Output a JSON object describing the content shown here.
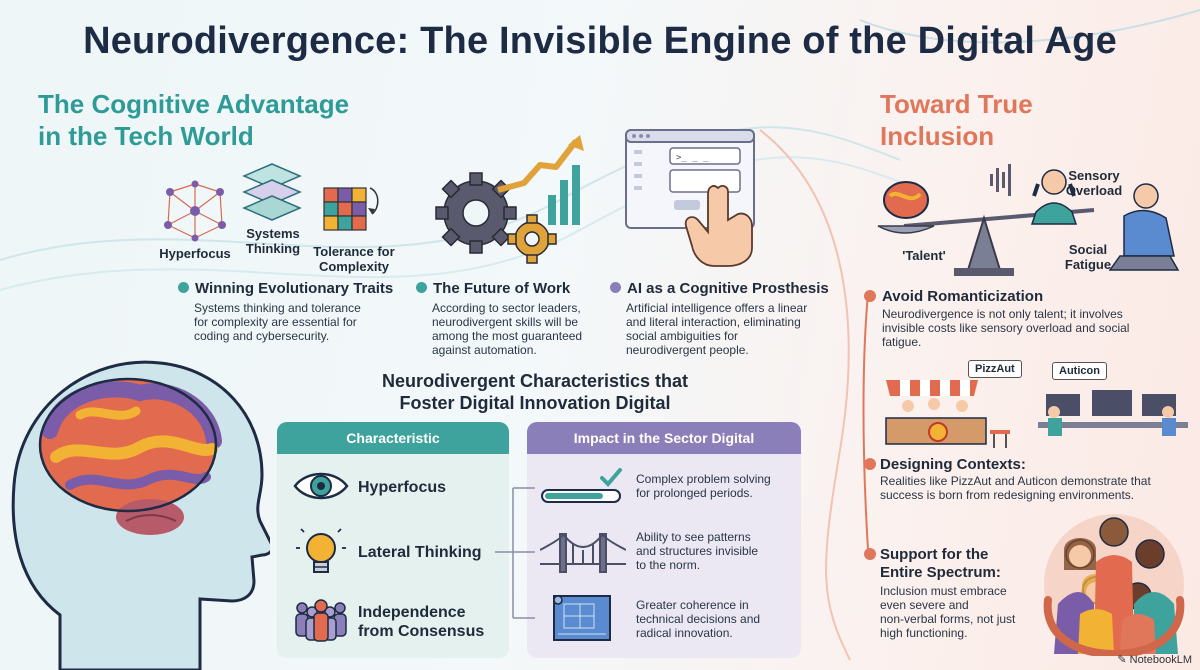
{
  "title": "Neurodivergence: The Invisible Engine of the Digital Age",
  "left_section": {
    "heading_line1": "The Cognitive Advantage",
    "heading_line2": "in the Tech World",
    "traits": {
      "hyperfocus": "Hyperfocus",
      "systems_line1": "Systems",
      "systems_line2": "Thinking",
      "tolerance_line1": "Tolerance for",
      "tolerance_line2": "Complexity"
    },
    "cards": [
      {
        "title": "Winning Evolutionary Traits",
        "body": [
          "Systems thinking and tolerance",
          "for complexity are essential for",
          "coding and cybersecurity."
        ],
        "dot_color": "#3ea39c"
      },
      {
        "title": "The Future of Work",
        "body": [
          "According to sector leaders,",
          "neurodivergent skills will be",
          "among the most guaranteed",
          "against automation."
        ],
        "dot_color": "#3ea39c"
      },
      {
        "title": "AI as a Cognitive Prosthesis",
        "body": [
          "Artificial intelligence offers a linear",
          "and literal interaction, eliminating",
          "social ambiguities for",
          "neurodivergent people."
        ],
        "dot_color": "#8a7fb8"
      }
    ]
  },
  "table": {
    "title_line1": "Neurodivergent Characteristics that",
    "title_line2": "Foster Digital Innovation Digital",
    "col_left": "Characteristic",
    "col_right": "Impact in the Sector Digital",
    "rows": [
      {
        "characteristic": [
          "Hyperfocus"
        ],
        "impact": [
          "Complex problem solving",
          "for prolonged periods."
        ],
        "icon": "eye-icon",
        "impact_icon": "progress-check-icon"
      },
      {
        "characteristic": [
          "Lateral Thinking"
        ],
        "impact": [
          "Ability to see patterns",
          "and structures invisible",
          "to the norm."
        ],
        "icon": "lightbulb-icon",
        "impact_icon": "bridge-icon"
      },
      {
        "characteristic": [
          "Independence",
          "from Consensus"
        ],
        "impact": [
          "Greater coherence in",
          "technical decisions and",
          "radical innovation."
        ],
        "icon": "crowd-icon",
        "impact_icon": "blueprint-icon"
      }
    ]
  },
  "right_section": {
    "heading_line1": "Toward True",
    "heading_line2": "Inclusion",
    "scale_labels": {
      "talent": "'Talent'",
      "sensory_line1": "Sensory",
      "sensory_line2": "Overload",
      "social_line1": "Social",
      "social_line2": "Fatigue"
    },
    "signs": {
      "pizzaut": "PizzAut",
      "auticon": "Auticon"
    },
    "items": [
      {
        "title": [
          "Avoid Romanticization"
        ],
        "body": [
          "Neurodivergence is not only talent; it involves",
          "invisible costs like sensory overload and social",
          "fatigue."
        ]
      },
      {
        "title": [
          "Designing Contexts:"
        ],
        "body": [
          "Realities like PizzAut and Auticon demonstrate that",
          "success is born from redesigning environments."
        ]
      },
      {
        "title": [
          "Support for the",
          "Entire Spectrum:"
        ],
        "body": [
          "Inclusion must embrace",
          "even severe and",
          "non-verbal forms, not just",
          "high functioning."
        ]
      }
    ],
    "accent": "#e0775b"
  },
  "credit": "NotebookLM",
  "colors": {
    "teal": "#3ea39c",
    "purple": "#8a7fb8",
    "coral": "#e0775b",
    "navy": "#1d2b44"
  }
}
